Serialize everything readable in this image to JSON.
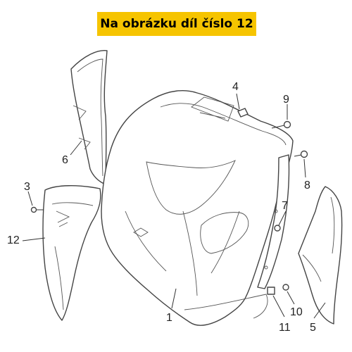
{
  "banner": {
    "text": "Na obrázku díl číslo 12",
    "color": "#f6c400"
  },
  "callouts": {
    "c1": "1",
    "c3": "3",
    "c4": "4",
    "c5": "5",
    "c6": "6",
    "c7": "7",
    "c8": "8",
    "c9": "9",
    "c10": "10",
    "c11": "11",
    "c12": "12"
  }
}
